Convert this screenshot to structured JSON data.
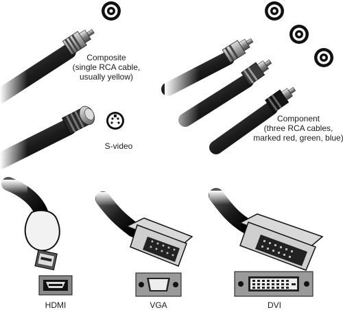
{
  "labels": {
    "composite": [
      "Composite",
      "(single RCA cable,",
      "usually yellow)"
    ],
    "svideo": "S-video",
    "component": [
      "Component",
      "(three RCA cables,",
      "marked red, green, blue)"
    ],
    "hdmi": "HDMI",
    "vga": "VGA",
    "dvi": "DVI"
  }
}
